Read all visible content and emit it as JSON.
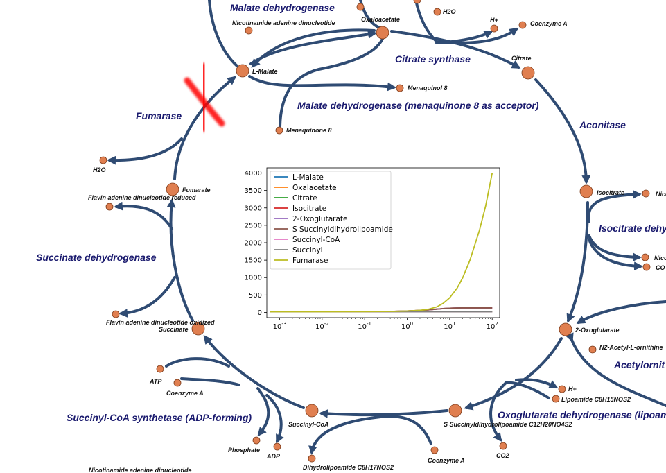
{
  "enzymes": {
    "malate_dehydrogenase": "Malate dehydrogenase",
    "citrate_synthase": "Citrate synthase",
    "malate_dh_mq": "Malate dehydrogenase (menaquinone 8 as acceptor)",
    "fumarase": "Fumarase",
    "aconitase": "Aconitase",
    "isocitrate_dh": "Isocitrate dehy",
    "succinate_dh": "Succinate dehydrogenase",
    "acetylornithine": "Acetylornit",
    "succinyl_coa_synthetase": "Succinyl-CoA synthetase (ADP-forming)",
    "oxoglutarate_dh": "Oxoglutarate dehydrogenase (lipoam"
  },
  "metabolites": {
    "oxaloacetate": "Oxaloacetate",
    "h2o_top": "H2O",
    "nad_top": "Nicotinamide adenine dinucleotide",
    "h_plus_top": "H+",
    "coa_top": "Coenzyme A",
    "citrate": "Citrate",
    "l_malate": "L-Malate",
    "menaquinol": "Menaquinol 8",
    "menaquinone": "Menaquinone 8",
    "h2o_left": "H2O",
    "fumarate": "Fumarate",
    "fadh": "Flavin adenine dinucleotide reduced",
    "isocitrate": "Isocitrate",
    "nic_right1": "Nico",
    "nic_right2": "Nico",
    "co2_right": "CO",
    "fad": "Flavin adenine dinucleotide oxidized",
    "succinate": "Succinate",
    "oxoglutarate": "2-Oxoglutarate",
    "n2_acetyl": "N2-Acetyl-L-ornithine",
    "atp": "ATP",
    "coa_left": "Coenzyme A",
    "h_plus_bottom": "H+",
    "lipoamide": "Lipoamide C8H15NOS2",
    "succinyl_coa": "Succinyl-CoA",
    "s_succinyl": "S Succinyldihydrolipoamide C12H20NO4S2",
    "phosphate": "Phosphate",
    "adp": "ADP",
    "co2_bottom": "CO2",
    "dihydrolipoamide": "Dihydrolipoamide C8H17NOS2",
    "coa_bottom": "Coenzyme A",
    "nad_bottom": "Nicotinamide adenine dinucleotide"
  },
  "colors": {
    "arrow": "#2f4b73",
    "node": "#e07f50",
    "enzyme_text": "#1a1a6e",
    "knockout": "#ff0000"
  },
  "icons": {
    "knockout": "red-x-knockout-icon"
  },
  "chart_data": {
    "type": "line",
    "xscale": "log",
    "xlim": [
      0.0005,
      150
    ],
    "ylim": [
      -150,
      4150
    ],
    "x_ticks": [
      "10^-3",
      "10^-2",
      "10^-1",
      "10^0",
      "10^1",
      "10^2"
    ],
    "y_ticks": [
      0,
      500,
      1000,
      1500,
      2000,
      2500,
      3000,
      3500,
      4000
    ],
    "legend_position": "top-left",
    "x": [
      0.0006,
      0.001,
      0.01,
      0.1,
      0.5,
      1,
      2,
      3,
      5,
      7,
      10,
      15,
      20,
      30,
      50,
      70,
      100
    ],
    "series": [
      {
        "name": "L-Malate",
        "color": "#1f77b4",
        "values": [
          20,
          20,
          20,
          20,
          20,
          20,
          20,
          20,
          20,
          20,
          20,
          20,
          20,
          20,
          20,
          20,
          20
        ]
      },
      {
        "name": "Oxalacetate",
        "color": "#ff7f0e",
        "values": [
          20,
          20,
          20,
          20,
          20,
          20,
          20,
          20,
          20,
          20,
          20,
          20,
          20,
          20,
          20,
          20,
          20
        ]
      },
      {
        "name": "Citrate",
        "color": "#2ca02c",
        "values": [
          20,
          20,
          20,
          20,
          20,
          20,
          20,
          20,
          20,
          20,
          20,
          20,
          20,
          20,
          20,
          20,
          20
        ]
      },
      {
        "name": "Isocitrate",
        "color": "#d62728",
        "values": [
          20,
          20,
          20,
          22,
          30,
          40,
          58,
          72,
          95,
          110,
          122,
          128,
          130,
          130,
          130,
          130,
          130
        ]
      },
      {
        "name": "2-Oxoglutarate",
        "color": "#9467bd",
        "values": [
          20,
          20,
          20,
          22,
          30,
          40,
          58,
          72,
          95,
          110,
          122,
          128,
          130,
          130,
          130,
          130,
          130
        ]
      },
      {
        "name": "S Succinyldihydrolipoamide",
        "color": "#8c564b",
        "values": [
          20,
          20,
          20,
          22,
          30,
          40,
          58,
          72,
          95,
          110,
          122,
          128,
          130,
          130,
          130,
          130,
          130
        ]
      },
      {
        "name": "Succinyl-CoA",
        "color": "#e377c2",
        "values": [
          20,
          20,
          20,
          20,
          20,
          20,
          20,
          20,
          20,
          20,
          20,
          20,
          20,
          20,
          20,
          20,
          20
        ]
      },
      {
        "name": "Succinyl",
        "color": "#7f7f7f",
        "values": [
          20,
          20,
          20,
          20,
          20,
          20,
          20,
          20,
          20,
          20,
          20,
          20,
          20,
          20,
          20,
          20,
          20
        ]
      },
      {
        "name": "Fumarase",
        "color": "#bcbd22",
        "values": [
          20,
          20,
          20,
          22,
          30,
          40,
          60,
          85,
          160,
          260,
          420,
          700,
          980,
          1500,
          2350,
          3050,
          4000
        ]
      }
    ]
  }
}
